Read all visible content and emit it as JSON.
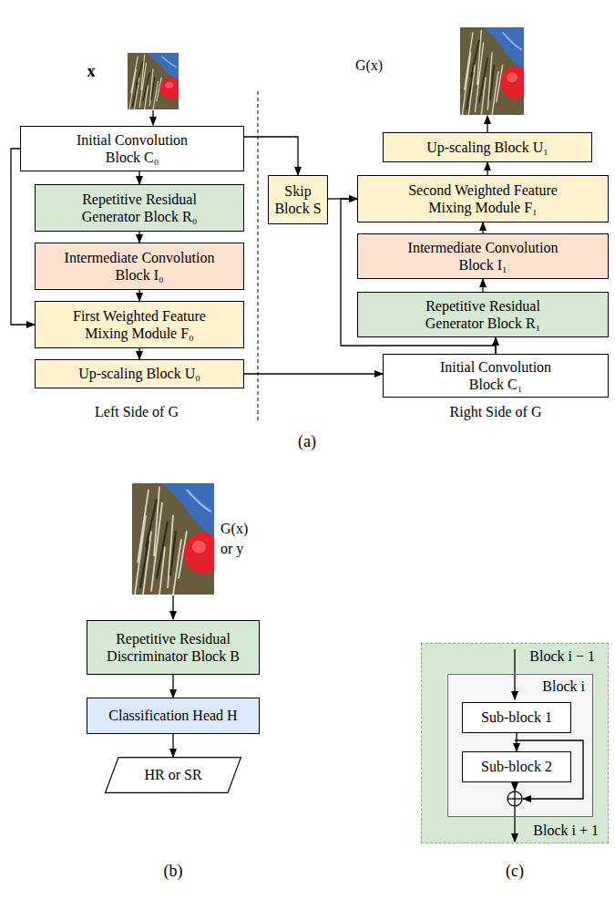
{
  "diagram": {
    "nodes": [
      {
        "text": [
          "Initial Convolution Block C₀"
        ]
      },
      {
        "text": [
          "Repetitive Residual Generator Block R₀"
        ]
      },
      {
        "text": [
          "Intermediate Convolution Block I₀"
        ]
      },
      {
        "text": [
          "First Weighted Feature Mixing Module F₀"
        ]
      },
      {
        "text": [
          "Up-scaling Block U₀"
        ]
      },
      {
        "text": [
          "Skip Block S"
        ]
      },
      {
        "text": [
          "Up-scaling Block U₁"
        ]
      },
      {
        "text": [
          "Second Weighted Feature Mixing Module F₁"
        ]
      },
      {
        "text": [
          "Intermediate Convolution Block I₁"
        ]
      },
      {
        "text": [
          "Repetitive Residual Generator Block R₁"
        ]
      },
      {
        "text": [
          "Initial Convolution Block C₁"
        ]
      },
      {
        "text": [
          "Repetitive Residual Discriminator Block B"
        ]
      },
      {
        "text": [
          "Classification Head H"
        ]
      },
      {
        "text": [
          "HR or SR"
        ]
      },
      {
        "text": [
          "Block i − 1",
          "Block i + 1"
        ]
      },
      {
        "text": [
          "Block i"
        ],
        "in": 14
      },
      {
        "text": [
          "Sub-block 1"
        ],
        "in": 15
      },
      {
        "text": [
          "Sub-block 2"
        ],
        "in": 15
      }
    ],
    "edges": [
      {
        "from": 0,
        "to": 1,
        "arrow": "to"
      },
      {
        "from": 1,
        "to": 2,
        "arrow": "to"
      },
      {
        "from": 2,
        "to": 3,
        "arrow": "to"
      },
      {
        "from": 0,
        "to": 3,
        "arrow": "to"
      },
      {
        "from": 3,
        "to": 4,
        "arrow": "to"
      },
      {
        "from": 4,
        "to": 10,
        "arrow": "to"
      },
      {
        "from": 0,
        "to": 5,
        "arrow": "to"
      },
      {
        "from": 5,
        "to": 7,
        "arrow": "to"
      },
      {
        "from": 10,
        "to": 9,
        "arrow": "to"
      },
      {
        "from": 9,
        "to": 8,
        "arrow": "to"
      },
      {
        "from": 8,
        "to": 7,
        "arrow": "to"
      },
      {
        "from": 10,
        "to": 7,
        "arrow": "to"
      },
      {
        "from": 7,
        "to": 6,
        "arrow": "to"
      },
      {
        "from": 11,
        "to": 12,
        "arrow": "to"
      },
      {
        "from": 12,
        "to": 13,
        "arrow": "to"
      },
      {
        "from": 16,
        "to": 17,
        "arrow": "to"
      }
    ],
    "labels": [
      "x",
      "G(x)",
      "Left Side of G",
      "Right Side of G",
      "(a)",
      "G(x)",
      "or y",
      "(b)",
      "(c)"
    ]
  }
}
